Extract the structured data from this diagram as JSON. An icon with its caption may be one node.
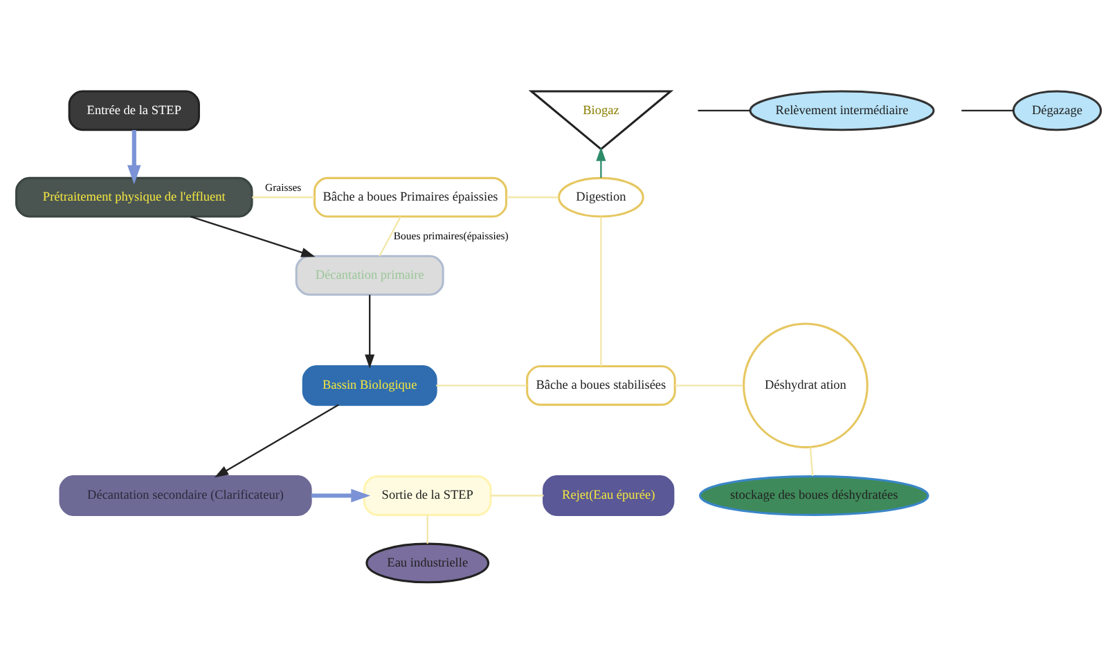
{
  "diagram": {
    "nodes": [
      {
        "text": [
          "Entrée de la STEP"
        ]
      },
      {
        "text": [
          "Prétraitement physique de l'effluent"
        ]
      },
      {
        "text": [
          "Bâche a boues Primaires épaissies"
        ]
      },
      {
        "text": [
          "Digestion"
        ]
      },
      {
        "text": [
          "Biogaz"
        ]
      },
      {
        "text": [
          "Décantation primaire"
        ]
      },
      {
        "text": [
          "Relèvement intermédiaire"
        ]
      },
      {
        "text": [
          "Bassin Biologique"
        ]
      },
      {
        "text": [
          "Bâche a boues stabilisées"
        ]
      },
      {
        "text": [
          "Déshydrat ation"
        ]
      },
      {
        "text": [
          "Dégazage"
        ]
      },
      {
        "text": [
          "Eau industrielle"
        ]
      },
      {
        "text": [
          "Décantation secondaire (Clarificateur)"
        ]
      },
      {
        "text": [
          "Sortie de la STEP"
        ]
      },
      {
        "text": [
          "Rejet(Eau épurée)"
        ]
      },
      {
        "text": [
          "stockage des boues déshydratées"
        ]
      }
    ],
    "edges": [
      {
        "from": 0,
        "to": 1,
        "arrow": "to",
        "style": "thick",
        "color": "#7b93d6"
      },
      {
        "from": 1,
        "to": 5,
        "arrow": "to",
        "color": "#222222"
      },
      {
        "from": 5,
        "to": 7,
        "arrow": "to",
        "color": "#222222"
      },
      {
        "from": 7,
        "to": 12,
        "arrow": "to",
        "color": "#222222"
      },
      {
        "from": 12,
        "to": 13,
        "arrow": "to",
        "style": "thick",
        "color": "#7b93d6"
      },
      {
        "from": 1,
        "to": 2,
        "arrow": "none",
        "label": "Graisses",
        "color": "#f3e7a8"
      },
      {
        "from": 5,
        "to": 2,
        "arrow": "none",
        "label": "Boues primaires(épaissies)",
        "color": "#f3e7a8"
      },
      {
        "from": 2,
        "to": 3,
        "arrow": "none",
        "color": "#f3e7a8"
      },
      {
        "from": 3,
        "to": 4,
        "arrow": "to",
        "color": "#2e8b6a"
      },
      {
        "from": 3,
        "to": 8,
        "arrow": "none",
        "color": "#f3e7a8"
      },
      {
        "from": 7,
        "to": 8,
        "arrow": "none",
        "color": "#f3e7a8"
      },
      {
        "from": 8,
        "to": 9,
        "arrow": "none",
        "color": "#f3e7a8"
      },
      {
        "from": 9,
        "to": 15,
        "arrow": "none",
        "color": "#f3e7a8"
      },
      {
        "from": null,
        "to": 6,
        "arrow": "none",
        "color": "#222222"
      },
      {
        "from": null,
        "to": 10,
        "arrow": "none",
        "color": "#222222"
      },
      {
        "from": 13,
        "to": 11,
        "arrow": "none",
        "color": "#f3e7a8"
      },
      {
        "from": 13,
        "to": 14,
        "arrow": "none",
        "color": "#f3e7a8"
      }
    ]
  }
}
